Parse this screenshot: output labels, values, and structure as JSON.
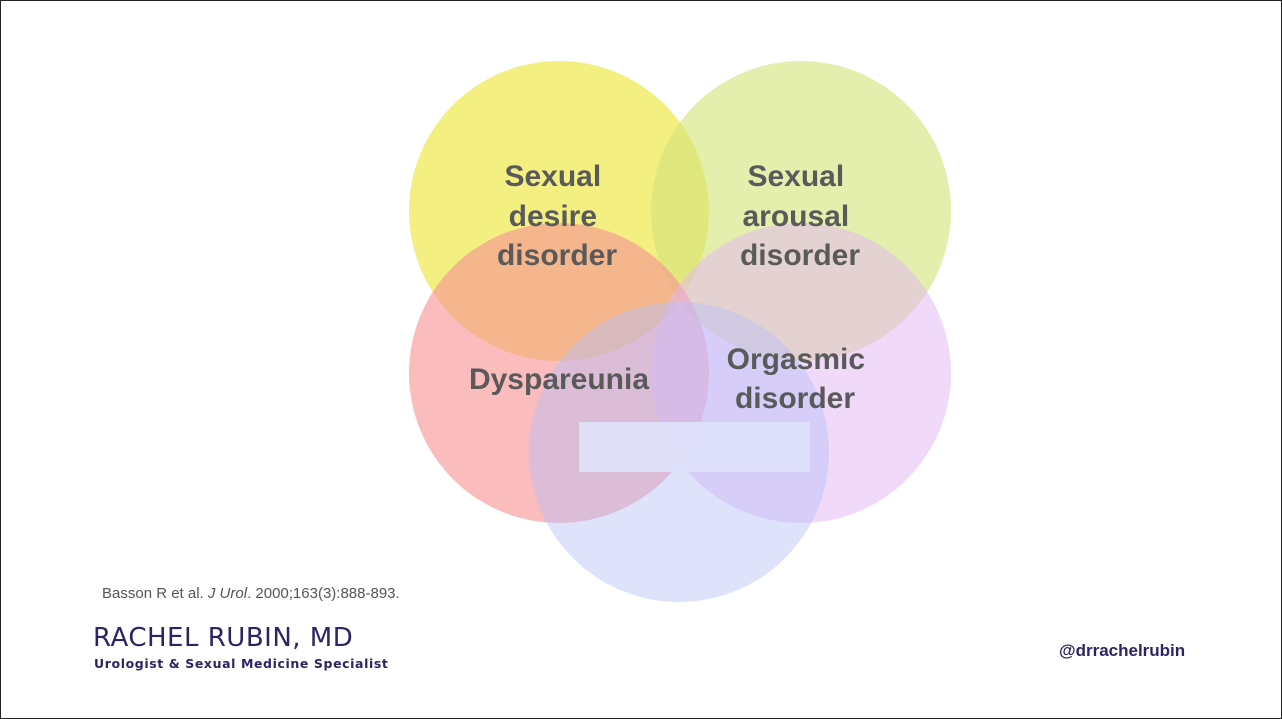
{
  "diagram": {
    "circles": [
      {
        "id": "desire",
        "label_lines": [
          "Sexual",
          "desire",
          "disorder"
        ],
        "color": "#f0eb5c"
      },
      {
        "id": "arousal",
        "label_lines": [
          "Sexual",
          "arousal",
          "disorder"
        ],
        "color": "#d3e47a"
      },
      {
        "id": "dyspareunia",
        "label_lines": [
          "Dyspareunia"
        ],
        "color": "#f79395"
      },
      {
        "id": "orgasmic",
        "label_lines": [
          "Orgasmic",
          "disorder"
        ],
        "color": "#e3b3f5"
      },
      {
        "id": "bottom",
        "label_lines": [],
        "color": "#b6bff7"
      }
    ],
    "center_box_color": "#dfe2fb"
  },
  "citation": {
    "authors": "Basson  R et al.",
    "journal": "J Urol",
    "details": ". 2000;163(3):888-893."
  },
  "branding": {
    "name": "RACHEL RUBIN, MD",
    "subtitle": "Urologist & Sexual Medicine Specialist",
    "handle": "@drrachelrubin",
    "color": "#2d2463"
  }
}
